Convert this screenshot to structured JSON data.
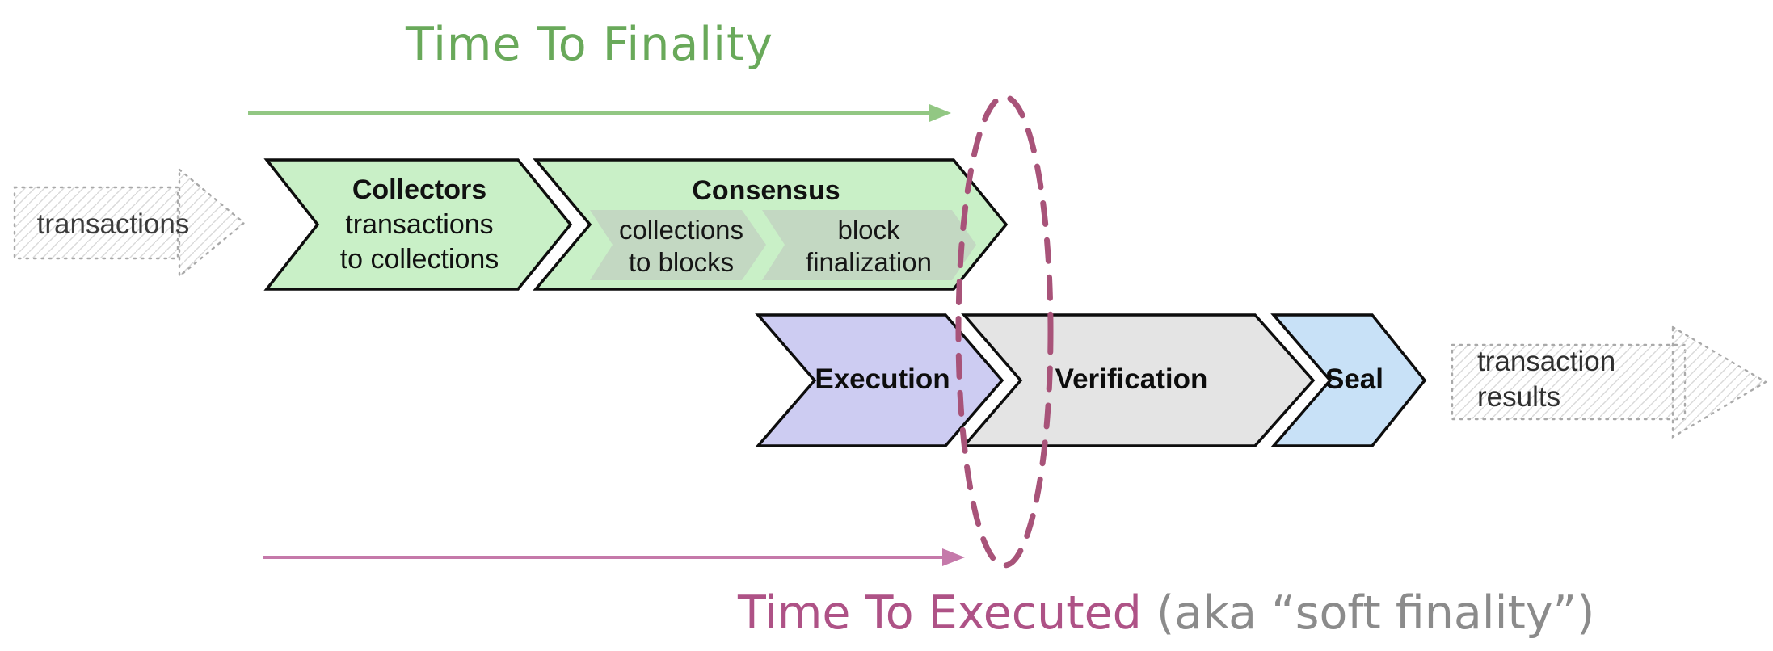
{
  "titles": {
    "time_to_finality": "Time To Finality",
    "time_to_executed": "Time To Executed",
    "time_to_executed_suffix": " (aka “soft finality”)"
  },
  "input_arrow": {
    "label": "transactions"
  },
  "output_arrow": {
    "line1": "transaction",
    "line2": "results"
  },
  "stages": {
    "collectors": {
      "title": "Collectors",
      "line1": "transactions",
      "line2": "to collections"
    },
    "consensus": {
      "title": "Consensus",
      "sub1": {
        "line1": "collections",
        "line2": "to blocks"
      },
      "sub2": {
        "line1": "block",
        "line2": "finalization"
      }
    },
    "execution": {
      "title": "Execution"
    },
    "verification": {
      "title": "Verification"
    },
    "seal": {
      "title": "Seal"
    }
  },
  "colors": {
    "stage_green": "#c9f0c7",
    "sub_green_grey": "#c3d8c2",
    "stage_purple": "#cdccf2",
    "stage_grey": "#e4e4e4",
    "stage_blue": "#c8e1f7",
    "outline_black": "#0d0d0d",
    "finality_green_text": "#69a95a",
    "finality_green_arrow": "#92c783",
    "executed_pink_text": "#ae5286",
    "executed_pink_arrow": "#c579aa",
    "ellipse_rose": "#a85379",
    "sketch_grey": "#a9a9a9",
    "hatch_grey": "#d9d9d9"
  }
}
